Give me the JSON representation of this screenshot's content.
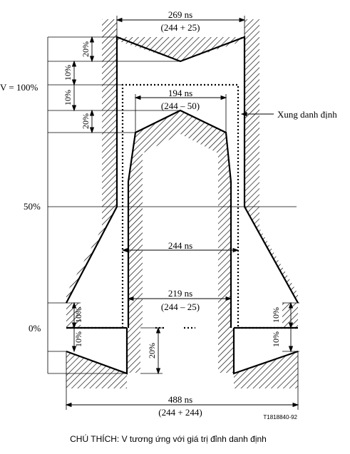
{
  "levels": {
    "v100": "V = 100%",
    "v50": "50%",
    "v0": "0%"
  },
  "dimensions": {
    "top_width": "269 ns",
    "top_width_expr": "(244 + 25)",
    "mid_width": "194 ns",
    "mid_width_expr": "(244 – 50)",
    "nominal_width": "244 ns",
    "lower_width": "219 ns",
    "lower_width_expr": "(244 – 25)",
    "base_width": "488 ns",
    "base_width_expr": "(244 + 244)"
  },
  "tolerances": {
    "top_20": "20%",
    "top_10a": "10%",
    "top_10b": "10%",
    "top_20b": "20%",
    "left_10a": "10%",
    "left_10b": "10%",
    "bottom_20": "20%",
    "right_10a": "10%",
    "right_10b": "10%"
  },
  "labels": {
    "nominal_pulse": "Xung danh định",
    "figure_id": "T1818840-92",
    "note": "CHÚ THÍCH: V tương ứng với giá trị đỉnh danh định"
  }
}
